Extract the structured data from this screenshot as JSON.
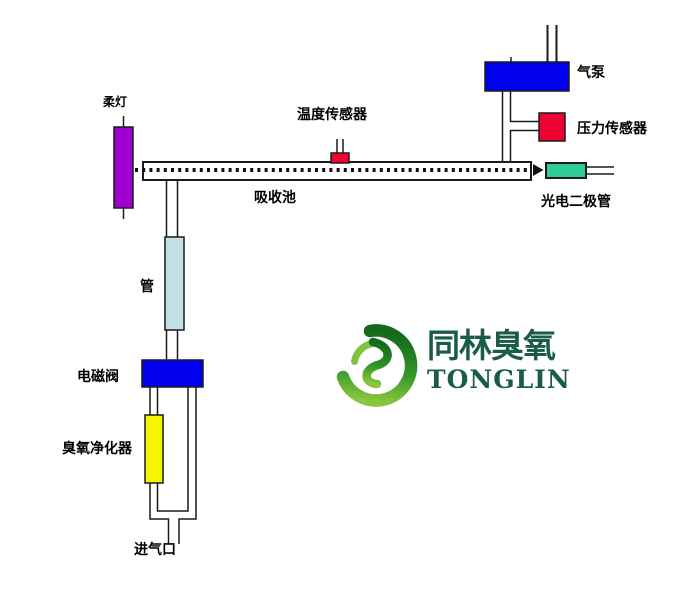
{
  "diagram": {
    "labels": {
      "lamp": "柔灯",
      "temp_sensor": "温度传感器",
      "air_pump": "气泵",
      "pressure_sensor": "压力传感器",
      "absorption_cell": "吸收池",
      "photodiode": "光电二极管",
      "tube": "管",
      "solenoid_valve": "电磁阀",
      "ozone_purifier": "臭氧净化器",
      "air_inlet": "进气口"
    },
    "colors": {
      "pump_blue": "#0000ee",
      "valve_blue": "#0000ee",
      "sensor_red": "#ee0433",
      "photodiode_green": "#2fcc96",
      "lamp_purple": "#9d00d0",
      "tube_lightblue": "#c2e1e5",
      "purifier_yellow": "#f5f500",
      "pipe_fill_white": "#ffffff"
    }
  },
  "logo": {
    "brand_cn": "同林臭氧",
    "brand_en": "TONGLIN",
    "text_color": "#1a5c46",
    "swirl_dark": "#14691c",
    "swirl_light": "#8cc63f"
  }
}
